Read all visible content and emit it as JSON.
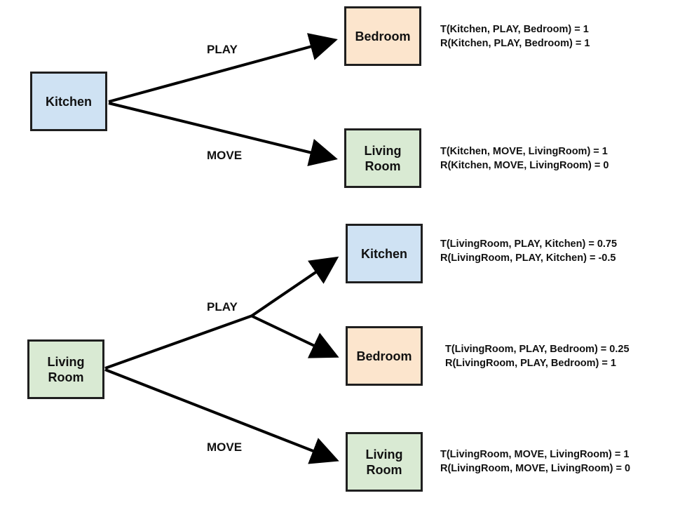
{
  "colors": {
    "kitchen": "#cfe2f3",
    "bedroom": "#fce5cd",
    "living_room": "#d9ead3",
    "stroke": "#000000"
  },
  "diagram1": {
    "root": "Kitchen",
    "bedroom": "Bedroom",
    "living_room": "Living\nRoom",
    "play_label": "PLAY",
    "move_label": "MOVE",
    "bedroom_t": "T(Kitchen, PLAY, Bedroom) = 1",
    "bedroom_r": "R(Kitchen, PLAY, Bedroom) = 1",
    "living_t": "T(Kitchen, MOVE, LivingRoom) = 1",
    "living_r": "R(Kitchen, MOVE, LivingRoom) = 0"
  },
  "diagram2": {
    "root": "Living\nRoom",
    "kitchen": "Kitchen",
    "bedroom": "Bedroom",
    "living_room": "Living\nRoom",
    "play_label": "PLAY",
    "move_label": "MOVE",
    "kitchen_t": "T(LivingRoom, PLAY, Kitchen) = 0.75",
    "kitchen_r": "R(LivingRoom, PLAY, Kitchen) = -0.5",
    "bedroom_t": "T(LivingRoom, PLAY, Bedroom) = 0.25",
    "bedroom_r": "R(LivingRoom, PLAY, Bedroom) = 1",
    "living_t": "T(LivingRoom, MOVE, LivingRoom) = 1",
    "living_r": "R(LivingRoom, MOVE, LivingRoom) = 0"
  }
}
